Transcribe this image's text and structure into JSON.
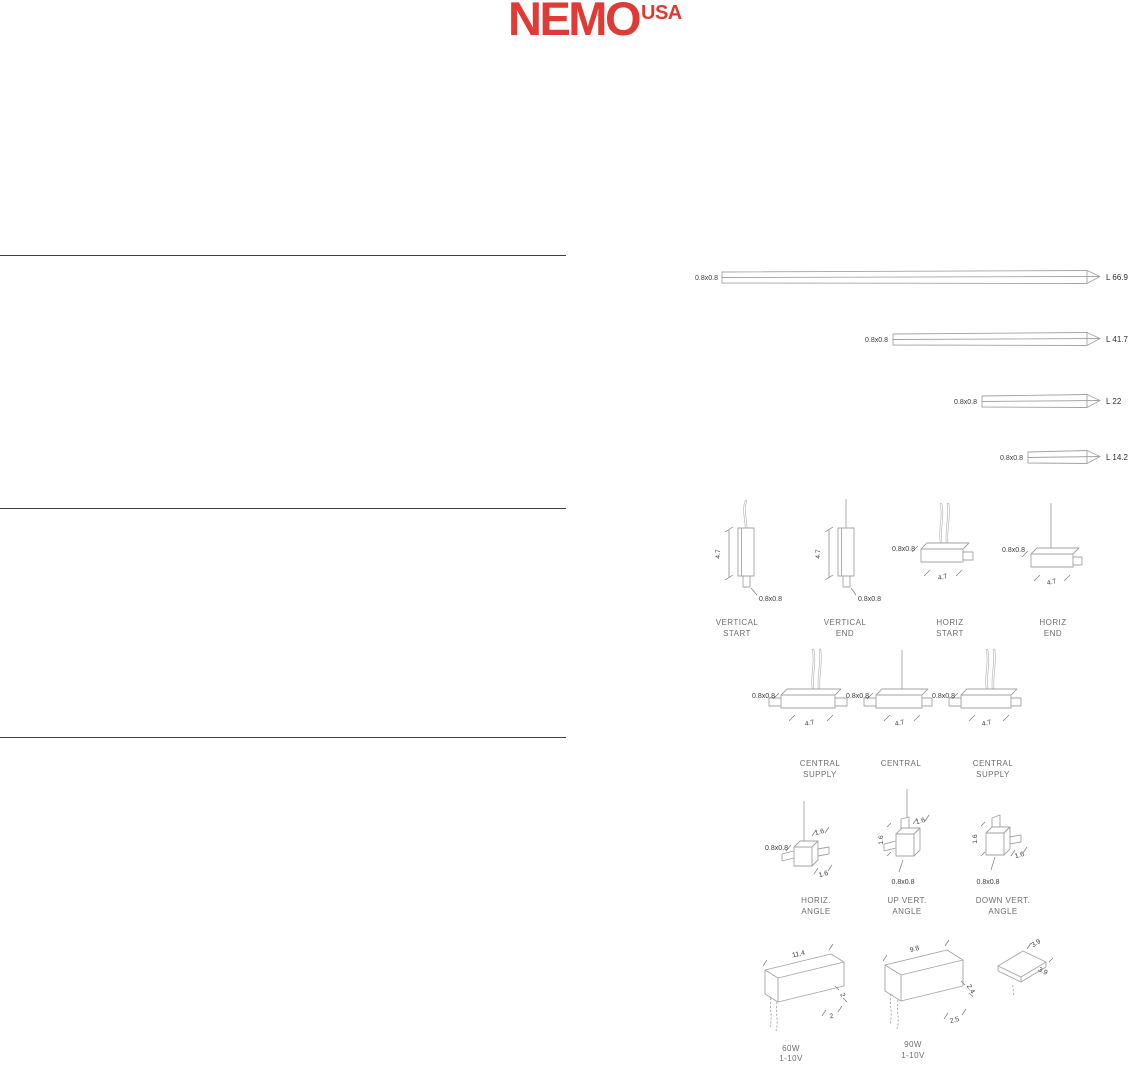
{
  "logo": {
    "brand": "NEMO",
    "region": "USA",
    "color": "#e03a36"
  },
  "profiles": [
    {
      "section": "0.8x0.8",
      "length": "L 66.9"
    },
    {
      "section": "0.8x0.8",
      "length": "L 41.7"
    },
    {
      "section": "0.8x0.8",
      "length": "L 22"
    },
    {
      "section": "0.8x0.8",
      "length": "L 14.2"
    }
  ],
  "connectors": {
    "vertical_start": {
      "line1": "VERTICAL",
      "line2": "START",
      "height": "4.7",
      "section": "0.8x0.8"
    },
    "vertical_end": {
      "line1": "VERTICAL",
      "line2": "END",
      "height": "4.7",
      "section": "0.8x0.8"
    },
    "horiz_start": {
      "line1": "HORIZ",
      "line2": "START",
      "length": "4.7",
      "section": "0.8x0.8"
    },
    "horiz_end": {
      "line1": "HORIZ",
      "line2": "END",
      "length": "4.7",
      "section": "0.8x0.8"
    },
    "central_supply_left": {
      "line1": "CENTRAL",
      "line2": "SUPPLY",
      "length": "4.7",
      "section": "0.8x0.8"
    },
    "central": {
      "line1": "CENTRAL",
      "line2": "",
      "length": "4.7",
      "section": "0.8x0.8"
    },
    "central_supply_right": {
      "line1": "CENTRAL",
      "line2": "SUPPLY",
      "length": "4.7",
      "section": "0.8x0.8"
    },
    "horiz_angle": {
      "line1": "HORIZ.",
      "line2": "ANGLE",
      "section": "0.8x0.8",
      "dim_a": "1.6",
      "dim_b": "1.6"
    },
    "up_vert_angle": {
      "line1": "UP VERT.",
      "line2": "ANGLE",
      "section": "0.8x0.8",
      "dim_a": "1.6",
      "dim_b": "1.6"
    },
    "down_vert_angle": {
      "line1": "DOWN VERT.",
      "line2": "ANGLE",
      "section": "0.8x0.8",
      "dim_a": "1.6",
      "dim_b": "1.6"
    }
  },
  "drivers": {
    "w60": {
      "line1": "60W",
      "line2": "1-10V",
      "length": "11.4",
      "depth": "2",
      "height": "2"
    },
    "w90": {
      "line1": "90W",
      "line2": "1-10V",
      "length": "9.8",
      "depth": "2.4",
      "height": "2.5"
    },
    "plate": {
      "dim_a": "3.9",
      "dim_b": "3.9"
    }
  }
}
